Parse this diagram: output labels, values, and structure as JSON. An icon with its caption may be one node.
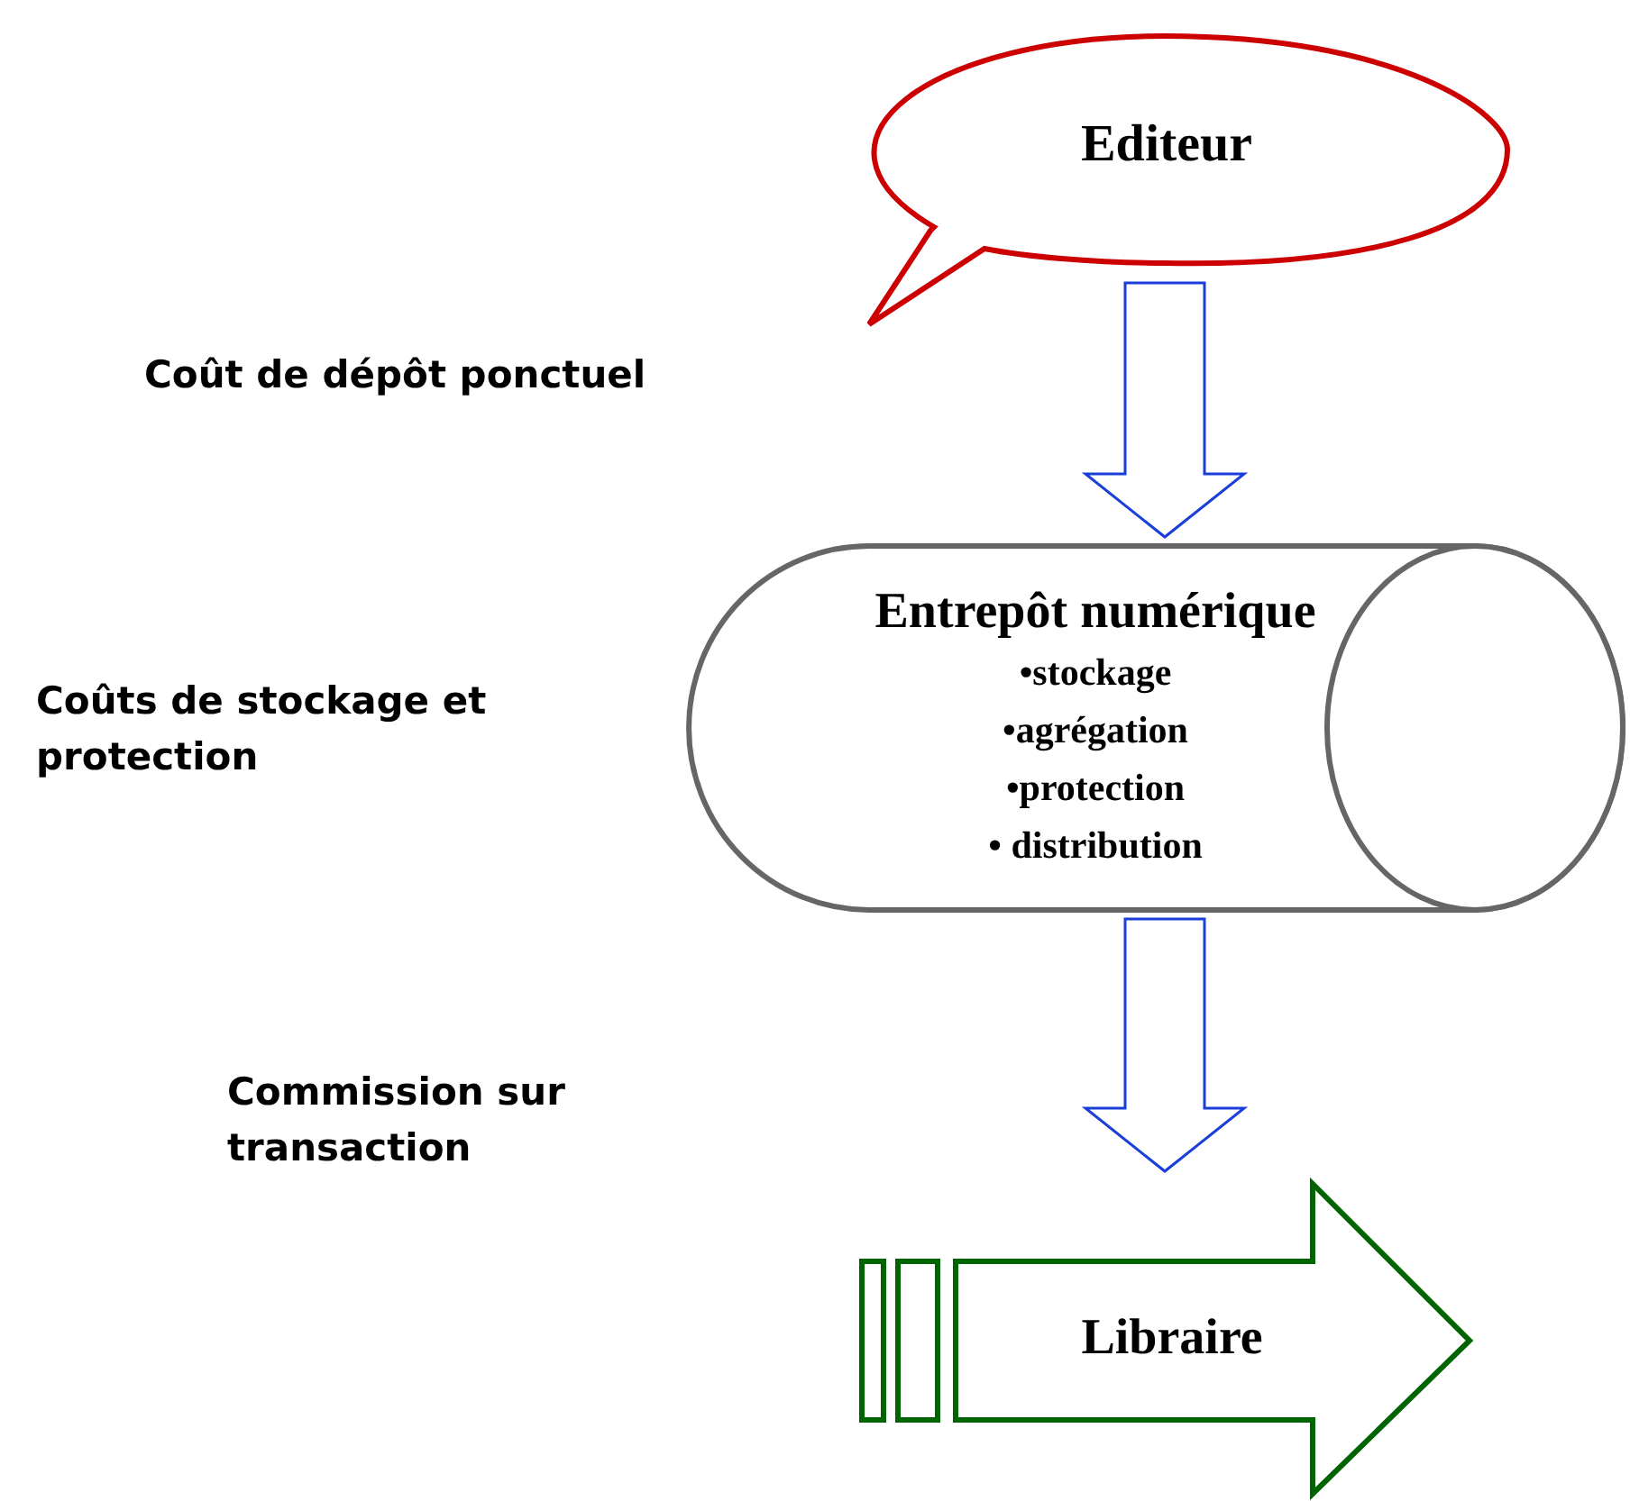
{
  "diagram": {
    "nodes": [
      {
        "text": [
          "Editeur"
        ]
      },
      {
        "text": [
          "Entrepôt numérique",
          "•stockage",
          "•agrégation",
          "•protection",
          "• distribution"
        ]
      },
      {
        "text": [
          "Libraire"
        ]
      }
    ],
    "edges": [
      {
        "from": 0,
        "to": 1,
        "arrow": "to"
      },
      {
        "from": 1,
        "to": 2,
        "arrow": "to"
      }
    ],
    "labels": [
      "Coût de dépôt ponctuel",
      "Coûts de stockage et protection",
      "Commission sur transaction"
    ]
  }
}
